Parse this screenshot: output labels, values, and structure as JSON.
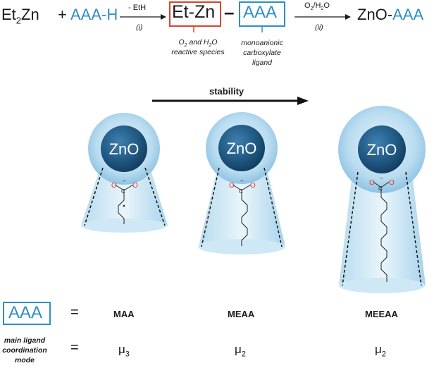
{
  "reaction": {
    "reactant_et": "Et",
    "reactant_sub": "2",
    "reactant_zn": "Zn",
    "plus": "+",
    "ligand_acid": "AAA-H",
    "step1_label": "- EtH",
    "step1_index": "(i)",
    "intermediate_left": "Et-Zn",
    "intermediate_dash": "–",
    "intermediate_right": "AAA",
    "step2_o2": "O",
    "step2_o2_sub": "2",
    "step2_slash": "/H",
    "step2_h2o_sub": "2",
    "step2_o": "O",
    "step2_index": "(ii)",
    "product_zno": "ZnO-",
    "product_ligand": "AAA",
    "note_reactive_line1_o": "O",
    "note_reactive_line1_sub": "2",
    "note_reactive_line1_rest": " and H",
    "note_reactive_line1_sub2": "2",
    "note_reactive_line1_end": "O",
    "note_reactive_line2": "reactive species",
    "note_ligand_line1": "monoanionic",
    "note_ligand_line2": "carboxylate",
    "note_ligand_line3": "ligand"
  },
  "stability_label": "stability",
  "nanoparticles": [
    {
      "core_label": "ZnO",
      "ligand": "MAA",
      "mode_mu": "μ",
      "mode_sub": "3"
    },
    {
      "core_label": "ZnO",
      "ligand": "MEAA",
      "mode_mu": "μ",
      "mode_sub": "2"
    },
    {
      "core_label": "ZnO",
      "ligand": "MEEAA",
      "mode_mu": "μ",
      "mode_sub": "2"
    }
  ],
  "carboxylate": {
    "oxygen": "O",
    "carbon": "C",
    "charge": "–"
  },
  "legend": {
    "box_label": "AAA",
    "equals": "=",
    "mode_line1": "main ligand",
    "mode_line2": "coordination",
    "mode_line3": "mode"
  },
  "colors": {
    "accent_blue": "#2e8fc4",
    "box_red": "#d9452e",
    "core_dark": "#1f4d72",
    "oxygen_red": "#e0392b"
  }
}
